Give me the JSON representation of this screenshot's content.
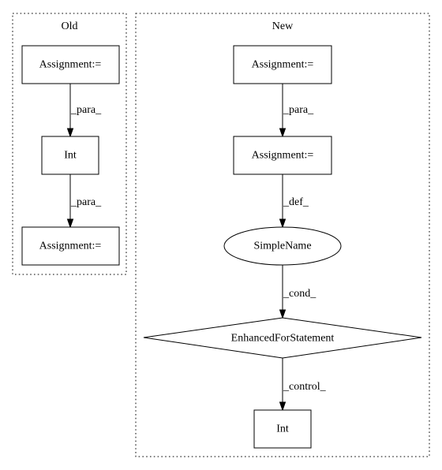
{
  "clusters": {
    "old": {
      "label": "Old"
    },
    "new": {
      "label": "New"
    }
  },
  "nodes": {
    "old_assign_top": "Assignment:=",
    "old_int": "Int",
    "old_assign_bottom": "Assignment:=",
    "new_assign_top": "Assignment:=",
    "new_assign_mid": "Assignment:=",
    "new_simplename": "SimpleName",
    "new_for": "EnhancedForStatement",
    "new_int": "Int"
  },
  "edges": {
    "old_e1": "_para_",
    "old_e2": "_para_",
    "new_e1": "_para_",
    "new_e2": "_def_",
    "new_e3": "_cond_",
    "new_e4": "_control_"
  }
}
